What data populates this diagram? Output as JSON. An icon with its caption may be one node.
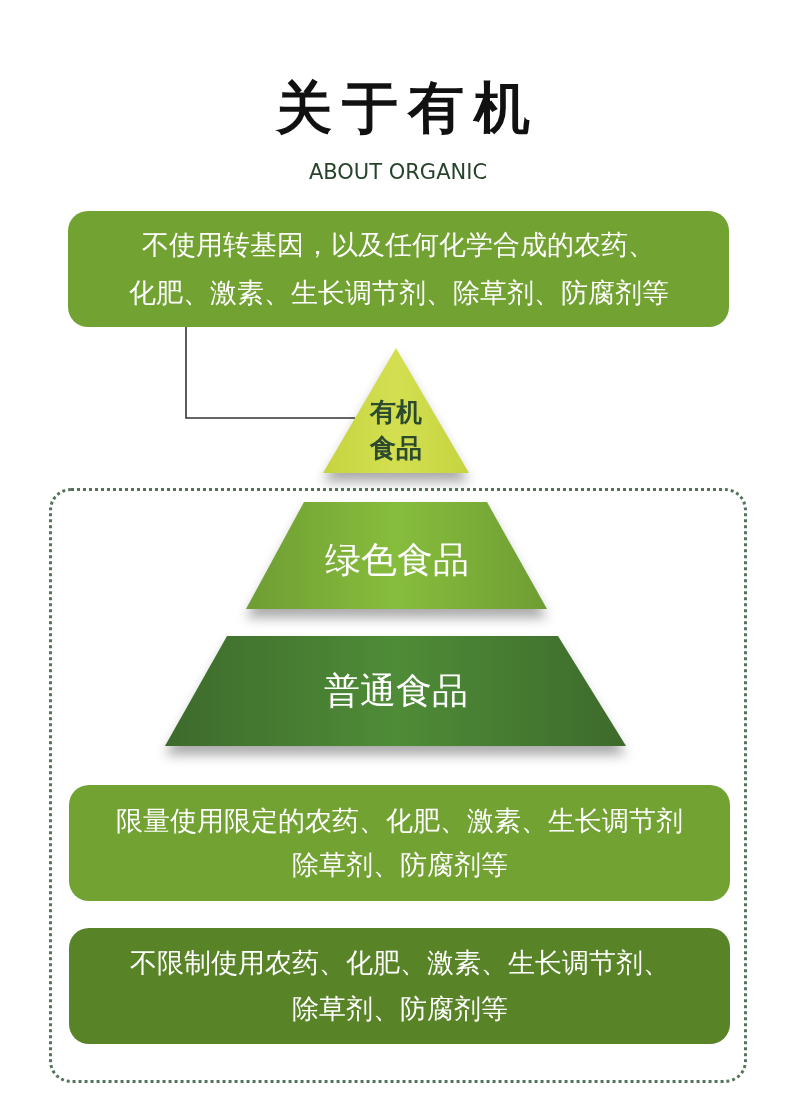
{
  "diagram": {
    "title": "关于有机",
    "nodes": [
      {
        "text": [
          "不使用转基因，以及任何化学合成的农药、化肥、激素、生长调节剂、除草剂、防腐剂等"
        ]
      },
      {
        "text": [
          "有机食品"
        ]
      },
      {
        "text": [],
        "shape": "box"
      },
      {
        "text": [
          "绿色食品"
        ],
        "in": 2
      },
      {
        "text": [
          "普通食品"
        ],
        "in": 2
      },
      {
        "text": [
          "限量使用限定的农药、化肥、激素、生长调节剂除草剂、防腐剂等"
        ],
        "in": 2
      },
      {
        "text": [
          "不限制使用农药、化肥、激素、生长调节剂、除草剂、防腐剂等"
        ],
        "in": 2
      }
    ],
    "edges": [
      {
        "from": 0,
        "to": 1,
        "arrow": "none"
      }
    ],
    "labels": [
      "ABOUT ORGANIC"
    ]
  }
}
